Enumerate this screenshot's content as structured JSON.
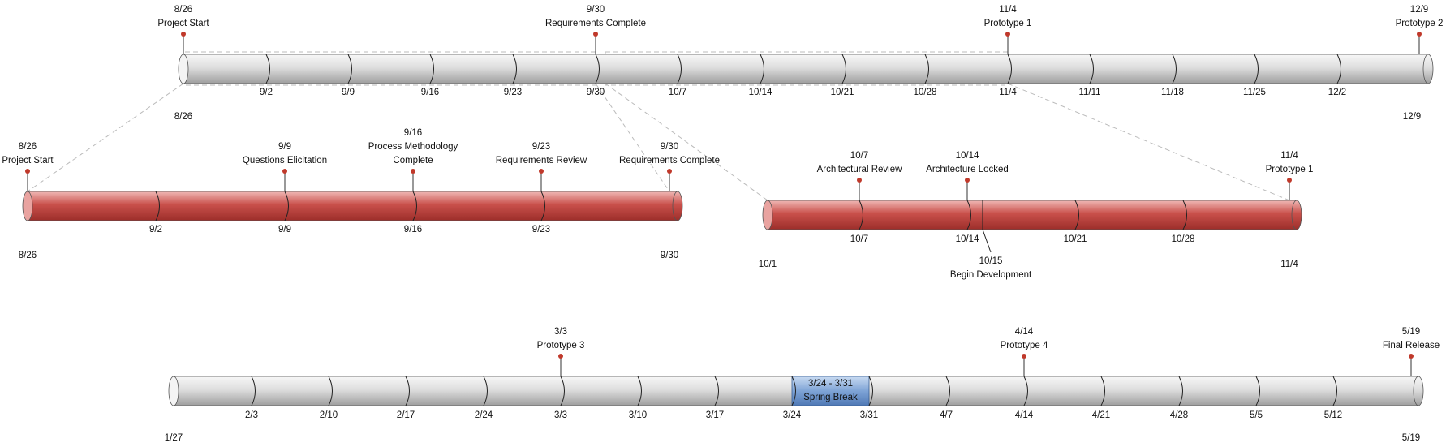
{
  "colors": {
    "gray_light": "#f2f2f2",
    "gray_dark": "#a9a9a9",
    "red_light": "#e8a0a0",
    "red_dark": "#b23a36",
    "blue_light": "#a9c5e8",
    "blue_dark": "#5b86c2",
    "marker": "#c0392b",
    "dash": "#bbbbbb"
  },
  "timelines": [
    {
      "id": "main-timeline",
      "style": "gray",
      "start_label": "8/26",
      "end_label": "12/9",
      "ticks": [
        "9/2",
        "9/9",
        "9/16",
        "9/23",
        "9/30",
        "10/7",
        "10/14",
        "10/21",
        "10/28",
        "11/4",
        "11/11",
        "11/18",
        "11/25",
        "12/2"
      ],
      "milestones": [
        {
          "date": "8/26",
          "name": "Project Start"
        },
        {
          "date": "9/30",
          "name": "Requirements Complete"
        },
        {
          "date": "11/4",
          "name": "Prototype 1"
        },
        {
          "date": "12/9",
          "name": "Prototype 2"
        }
      ]
    },
    {
      "id": "requirements-timeline",
      "style": "red",
      "start_label": "8/26",
      "end_label": "9/30",
      "ticks": [
        "9/2",
        "9/9",
        "9/16",
        "9/23"
      ],
      "milestones": [
        {
          "date": "8/26",
          "name": "Project Start"
        },
        {
          "date": "9/9",
          "name": "Questions Elicitation"
        },
        {
          "date": "9/16",
          "name": "Process Methodology Complete"
        },
        {
          "date": "9/23",
          "name": "Requirements Review"
        },
        {
          "date": "9/30",
          "name": "Requirements Complete"
        }
      ]
    },
    {
      "id": "prototype-timeline",
      "style": "red",
      "start_label": "10/1",
      "end_label": "11/4",
      "ticks": [
        "10/7",
        "10/14",
        "10/21",
        "10/28"
      ],
      "milestones": [
        {
          "date": "10/7",
          "name": "Architectural Review"
        },
        {
          "date": "10/14",
          "name": "Architecture Locked"
        },
        {
          "date": "11/4",
          "name": "Prototype 1"
        }
      ],
      "below_milestones": [
        {
          "date": "10/15",
          "name": "Begin Development"
        }
      ]
    },
    {
      "id": "spring-timeline",
      "style": "gray",
      "start_label": "1/27",
      "end_label": "5/19",
      "ticks": [
        "2/3",
        "2/10",
        "2/17",
        "2/24",
        "3/3",
        "3/10",
        "3/17",
        "3/24",
        "3/31",
        "4/7",
        "4/14",
        "4/21",
        "4/28",
        "5/5",
        "5/12"
      ],
      "milestones": [
        {
          "date": "3/3",
          "name": "Prototype 3"
        },
        {
          "date": "4/14",
          "name": "Prototype 4"
        },
        {
          "date": "5/19",
          "name": "Final Release"
        }
      ],
      "highlight": {
        "range": "3/24 - 3/31",
        "name": "Spring Break"
      }
    }
  ]
}
